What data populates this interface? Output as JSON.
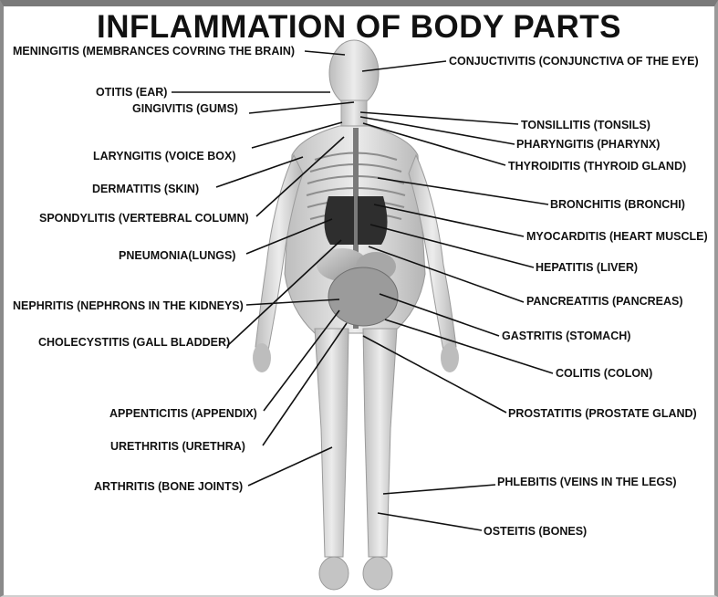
{
  "title": "INFLAMMATION OF BODY PARTS",
  "labels": {
    "meningitis": "MENINGITIS (MEMBRANCES COVRING THE BRAIN)",
    "conjuctivitis": "CONJUCTIVITIS (CONJUNCTIVA OF THE EYE)",
    "otitis": "OTITIS (EAR)",
    "gingivitis": "GINGIVITIS (GUMS)",
    "tonsillitis": "TONSILLITIS (TONSILS)",
    "pharyngitis": "PHARYNGITIS (PHARYNX)",
    "laryngitis": "LARYNGITIS (VOICE BOX)",
    "thyroiditis": "THYROIDITIS (THYROID GLAND)",
    "dermatitis": "DERMATITIS (SKIN)",
    "bronchitis": "BRONCHITIS (BRONCHI)",
    "spondylitis": "SPONDYLITIS (VERTEBRAL COLUMN)",
    "myocarditis": "MYOCARDITIS (HEART MUSCLE)",
    "pneumonia": "PNEUMONIA(LUNGS)",
    "hepatitis": "HEPATITIS (LIVER)",
    "pancreatitis": "PANCREATITIS (PANCREAS)",
    "nephritis": "NEPHRITIS (NEPHRONS IN THE KIDNEYS)",
    "gastritis": "GASTRITIS (STOMACH)",
    "cholecystitis": "CHOLECYSTITIS (GALL BLADDER)",
    "colitis": "COLITIS (COLON)",
    "appenticitis": "APPENTICITIS (APPENDIX)",
    "prostatitis": "PROSTATITIS (PROSTATE GLAND)",
    "urethritis": "URETHRITIS (URETHRA)",
    "phlebitis": "PHLEBITIS (VEINS IN THE LEGS)",
    "arthritis": "ARTHRITIS (BONE JOINTS)",
    "osteitis": "OSTEITIS (BONES)"
  }
}
